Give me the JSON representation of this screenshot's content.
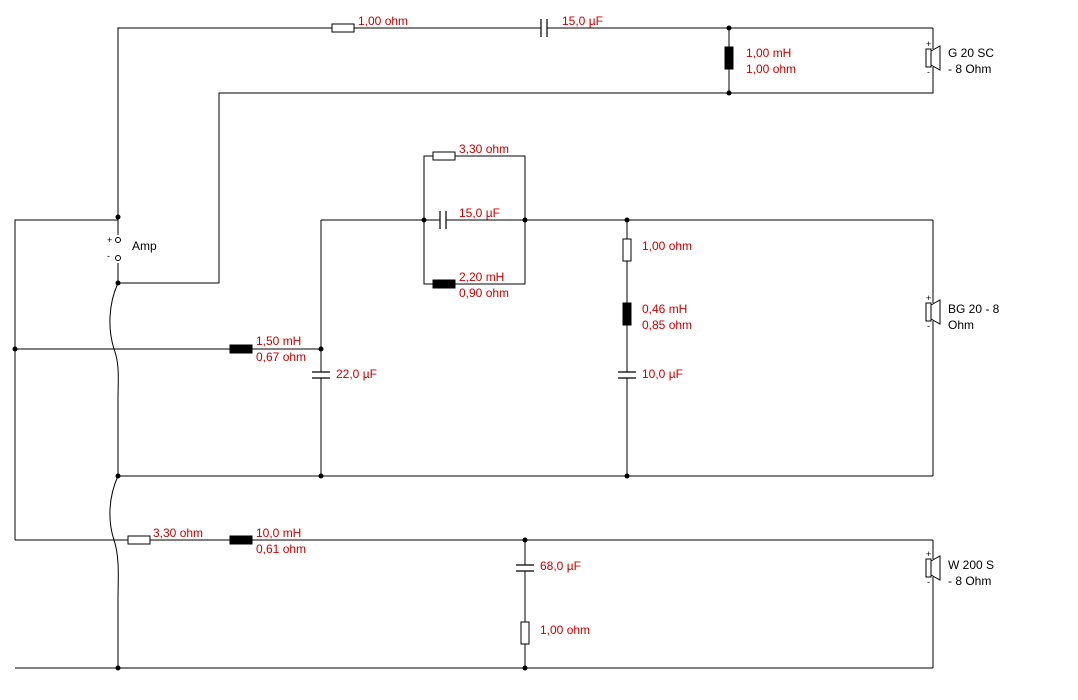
{
  "amp": {
    "label": "Amp",
    "plus": "+",
    "minus": "-"
  },
  "speakers": {
    "tweeter": {
      "line1": "G 20 SC",
      "line2": "- 8 Ohm"
    },
    "mid": {
      "line1": "BG 20 - 8",
      "line2": "Ohm"
    },
    "woofer": {
      "line1": "W 200 S",
      "line2": "- 8 Ohm"
    },
    "plus": "+",
    "minus": "-"
  },
  "components": {
    "tw_r_series": "1,00 ohm",
    "tw_c_series": "15,0 µF",
    "tw_l_shunt_l": "1,00 mH",
    "tw_l_shunt_r": "1,00 ohm",
    "mid_r_parallel": "3,30 ohm",
    "mid_c_series": "15,0 µF",
    "mid_l_parallel_l": "2,20 mH",
    "mid_l_parallel_r": "0,90 ohm",
    "mid_l_series_l": "1,50 mH",
    "mid_l_series_r": "0,67 ohm",
    "mid_c_shunt": "22,0 µF",
    "mid_notch_r": "1,00 ohm",
    "mid_notch_l_l": "0,46 mH",
    "mid_notch_l_r": "0,85 ohm",
    "mid_notch_c": "10,0 µF",
    "wf_r_series": "3,30 ohm",
    "wf_l_series_l": "10,0 mH",
    "wf_l_series_r": "0,61 ohm",
    "wf_c_shunt": "68,0 µF",
    "wf_r_shunt": "1,00 ohm"
  }
}
